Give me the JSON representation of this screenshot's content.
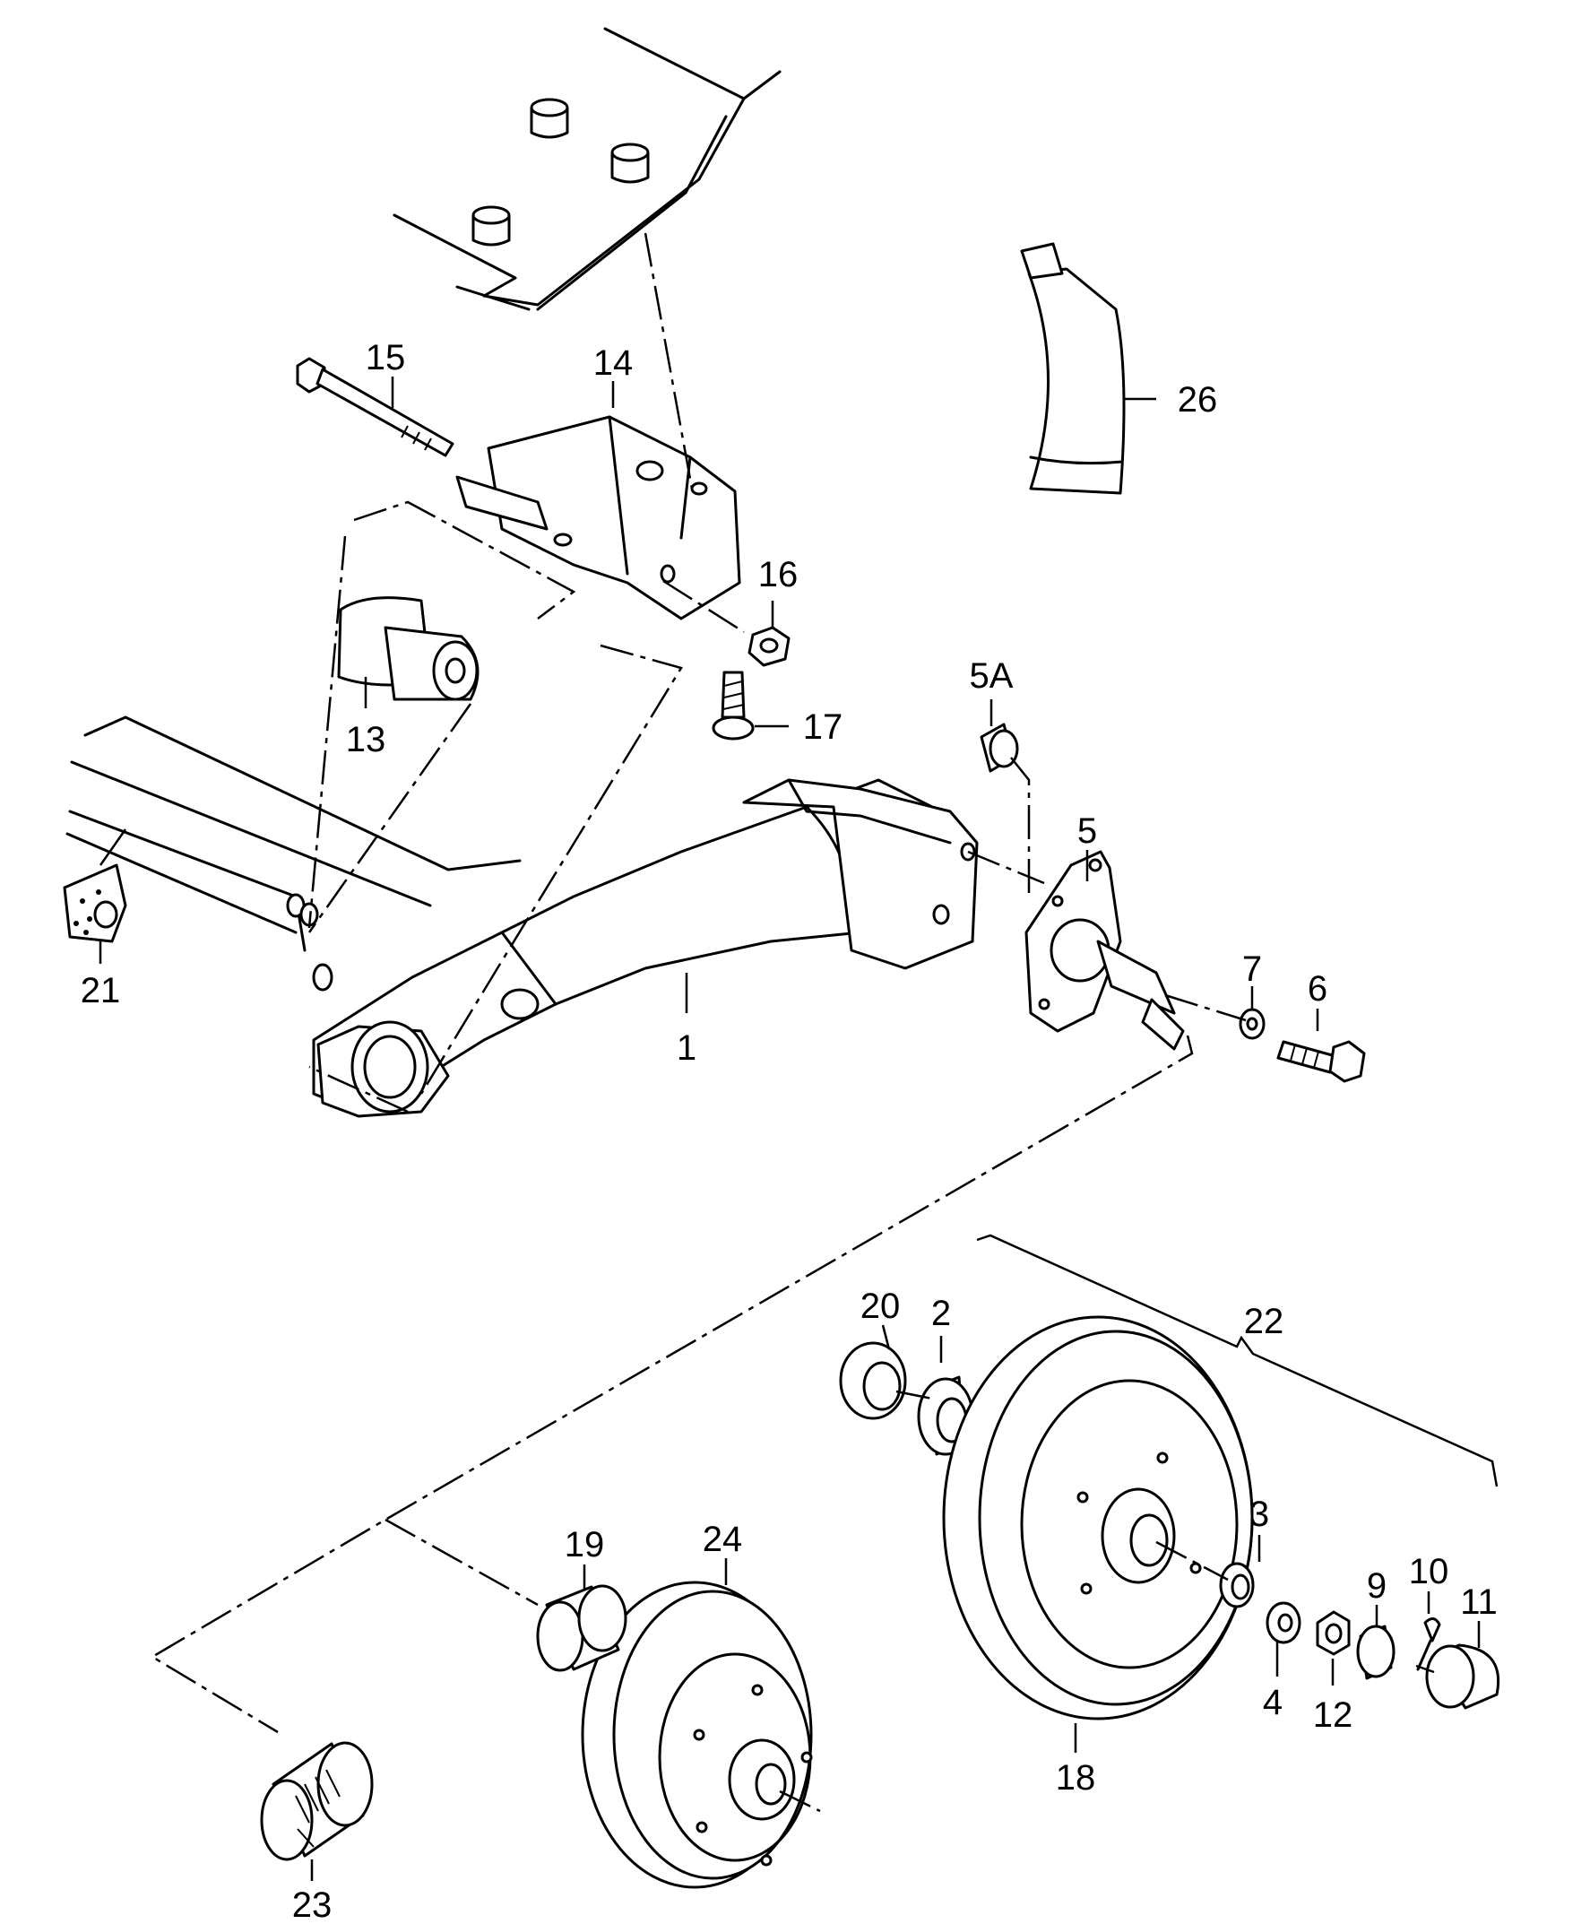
{
  "diagram": {
    "labels": {
      "p1": "1",
      "p2": "2",
      "p3": "3",
      "p4": "4",
      "p5": "5",
      "p5A": "5A",
      "p6": "6",
      "p7": "7",
      "p9": "9",
      "p10": "10",
      "p11": "11",
      "p12": "12",
      "p13": "13",
      "p14": "14",
      "p15": "15",
      "p16": "16",
      "p17": "17",
      "p18": "18",
      "p19": "19",
      "p20": "20",
      "p21": "21",
      "p22": "22",
      "p23": "23",
      "p24": "24",
      "p26": "26"
    }
  }
}
